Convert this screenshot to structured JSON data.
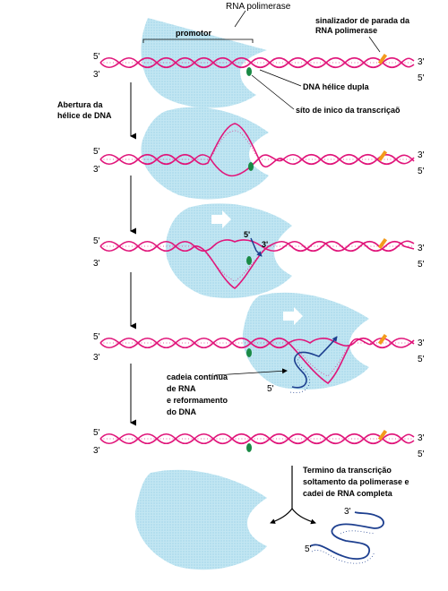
{
  "labels": {
    "rna_polymerase": "RNA polimerase",
    "promoter": "promotor",
    "stop_signal_line1": "sinalizador de parada da",
    "stop_signal_line2": "RNA polimerase",
    "dna_double_helix": "DNA hélice dupla",
    "start_site": "síto de inico da transcriçaõ",
    "opening_line1": "Abertura da",
    "opening_line2": "hélice de DNA",
    "rna_chain_line1": "cadeia contínua",
    "rna_chain_line2": "de RNA",
    "rna_chain_line3": "e reformamento",
    "rna_chain_line4": "do DNA",
    "termination_line1": "Termino da transcrição",
    "termination_line2": "soltamento da polimerase e",
    "termination_line3": "cadei de RNA completa"
  },
  "strand_ends": {
    "five_prime": "5'",
    "three_prime": "3'"
  },
  "colors": {
    "polymerase": "#b6e0ef",
    "dna": "#e0157a",
    "rna": "#1d3f8f",
    "start_site": "#1a8a45",
    "stop_signal": "#f39a1c"
  }
}
